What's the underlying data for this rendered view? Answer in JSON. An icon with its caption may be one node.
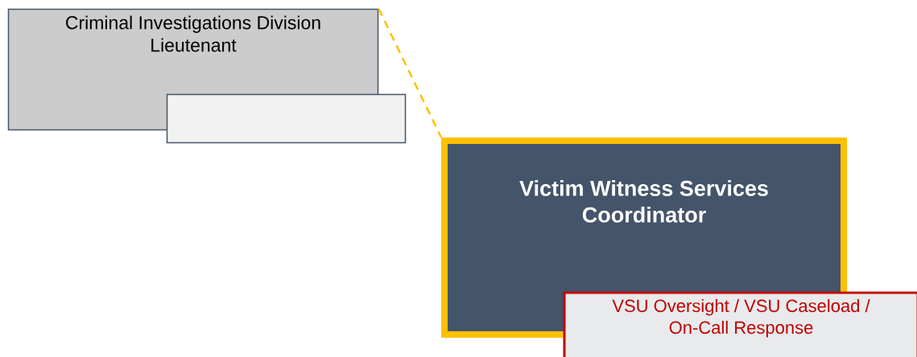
{
  "diagram": {
    "nodes": [
      {
        "text": [
          "Criminal Investigations Division Lieutenant"
        ]
      },
      {
        "text": [],
        "shape": "box"
      },
      {
        "text": [
          "Victim Witness Services Coordinator"
        ]
      },
      {
        "text": [
          "VSU Oversight / VSU Caseload / On-Call Response"
        ]
      }
    ],
    "edges": [
      {
        "from": 0,
        "to": 2,
        "arrow": "none",
        "style": "dashed",
        "color": "#ffc000"
      }
    ]
  }
}
